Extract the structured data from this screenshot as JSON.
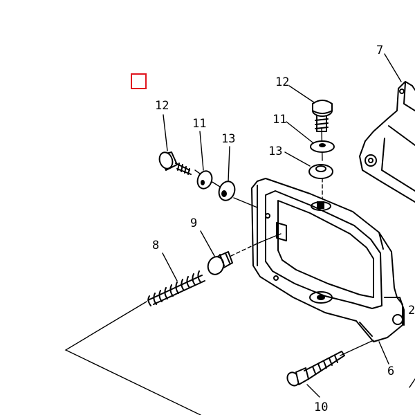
{
  "labels": {
    "l12a": "12",
    "l11a": "11",
    "l13a": "13",
    "l9": "9",
    "l8": "8",
    "l12b": "12",
    "l11b": "11",
    "l13b": "13",
    "l7": "7",
    "l6": "6",
    "l10": "10",
    "l2": "2"
  },
  "colors": {
    "line": "#000000",
    "marker": "#e0141e",
    "background": "#ffffff"
  }
}
